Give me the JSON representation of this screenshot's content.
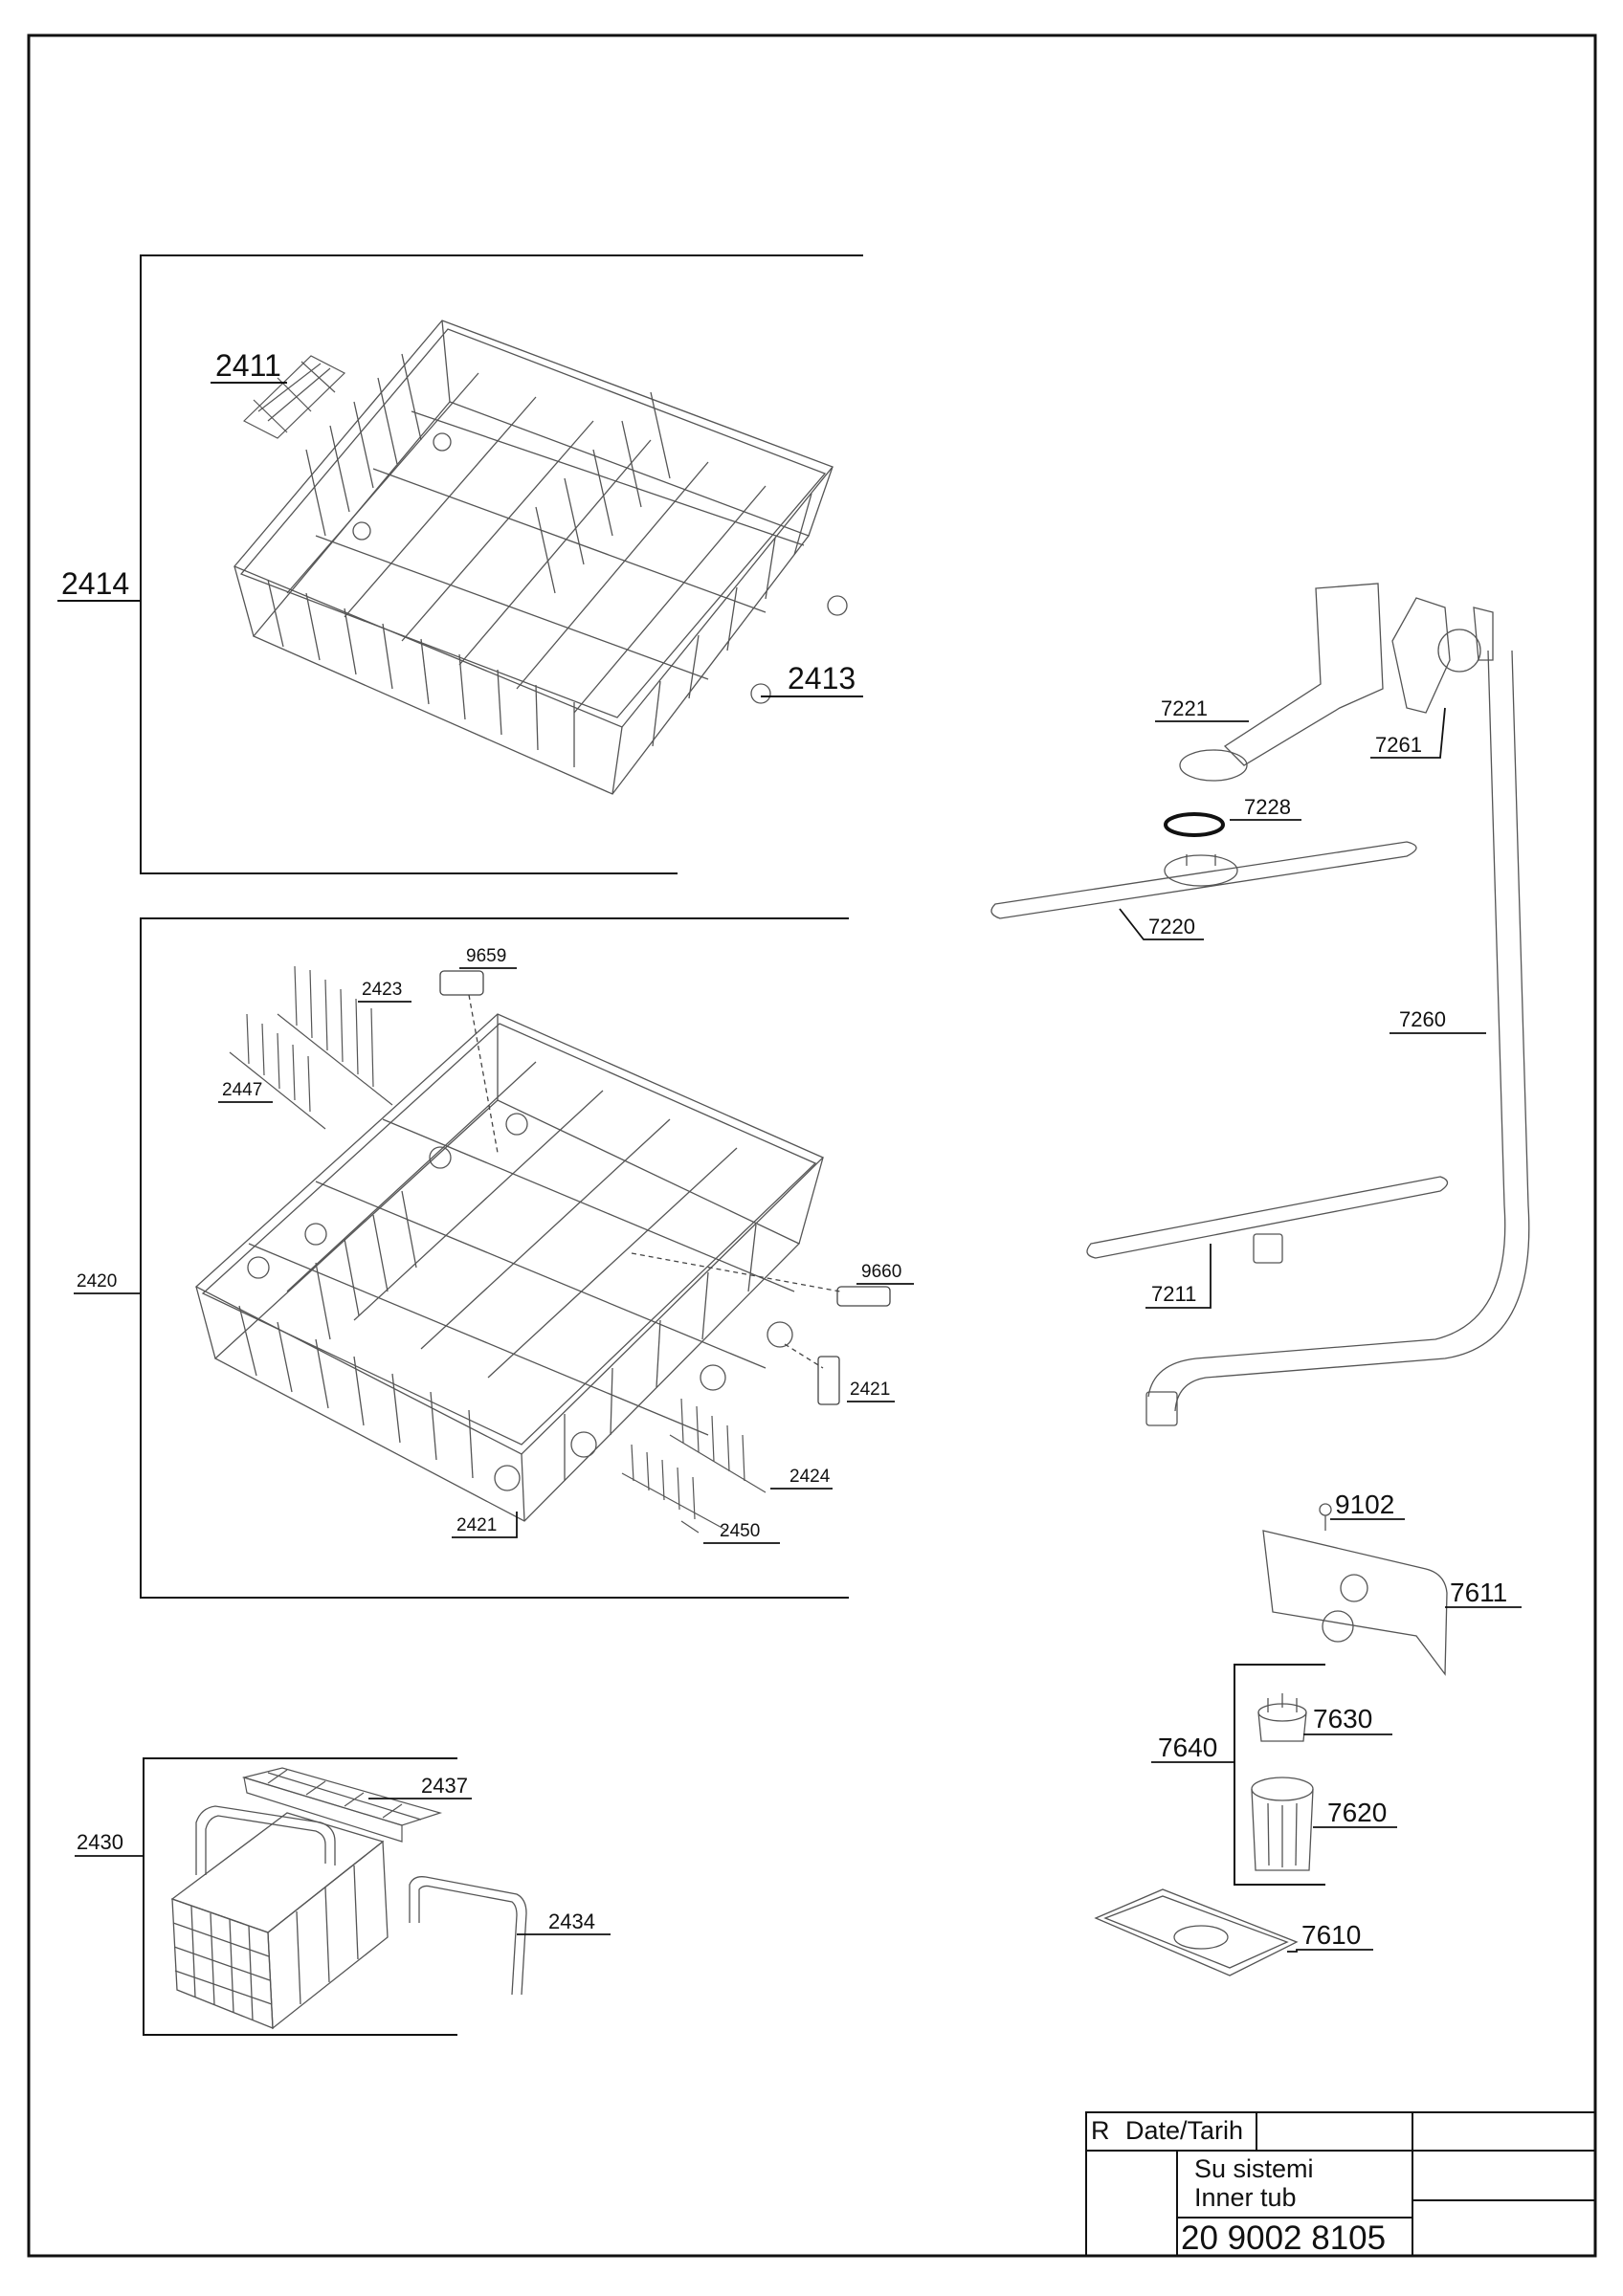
{
  "parts": {
    "p2411": "2411",
    "p2414": "2414",
    "p2413": "2413",
    "p9659": "9659",
    "p2423": "2423",
    "p2447": "2447",
    "p2420": "2420",
    "p9660": "9660",
    "p2421a": "2421",
    "p2424": "2424",
    "p2421b": "2421",
    "p2450": "2450",
    "p2437": "2437",
    "p2430": "2430",
    "p2434": "2434",
    "p7221": "7221",
    "p7261": "7261",
    "p7228": "7228",
    "p7220": "7220",
    "p7260": "7260",
    "p7211": "7211",
    "p9102": "9102",
    "p7611": "7611",
    "p7630": "7630",
    "p7640": "7640",
    "p7620": "7620",
    "p7610": "7610"
  },
  "title_block": {
    "rev": "R",
    "date_label": "Date/Tarih",
    "title_tr": "Su sistemi",
    "title_en": "Inner tub",
    "drawing_no": "20 9002 8105"
  }
}
